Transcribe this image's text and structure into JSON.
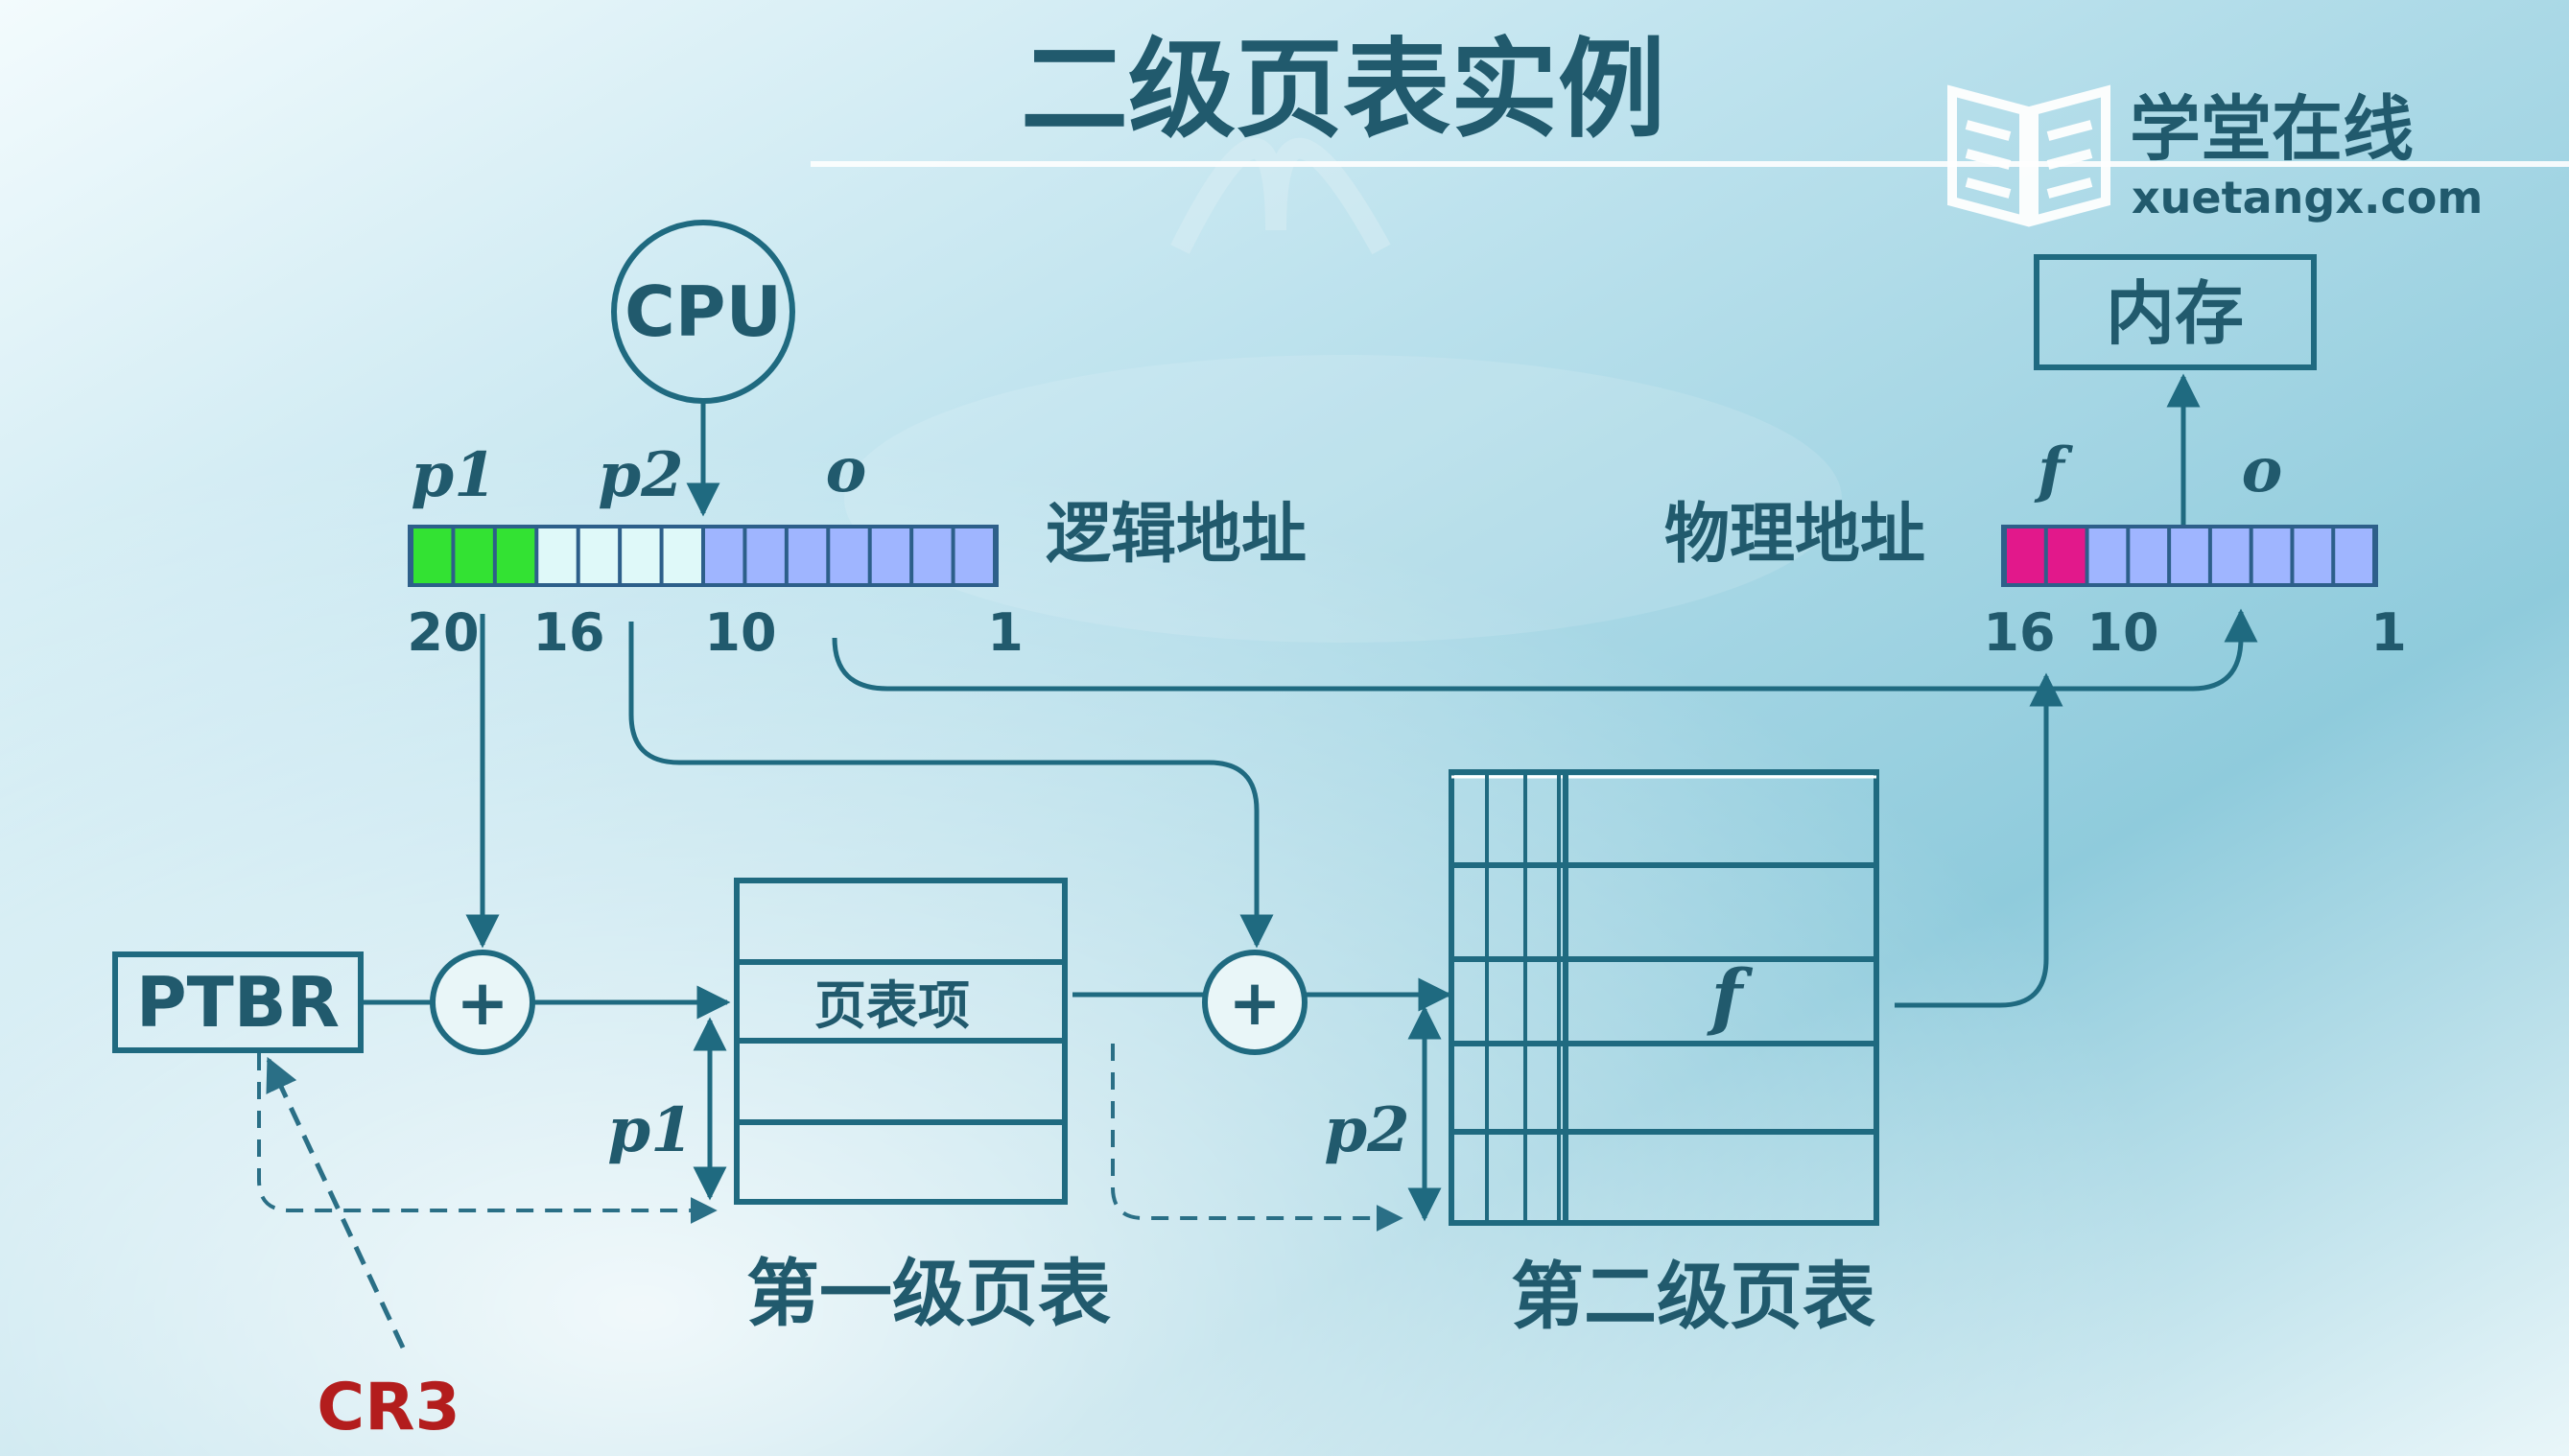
{
  "slide": {
    "title": "二级页表实例"
  },
  "logo": {
    "name": "学堂在线",
    "url": "xuetangx.com"
  },
  "cpu": {
    "label": "CPU"
  },
  "memory": {
    "label": "内存"
  },
  "logical_address": {
    "label": "逻辑地址",
    "field_labels": {
      "p1": "p1",
      "p2": "p2",
      "o": "o"
    },
    "bit_labels": [
      "20",
      "16",
      "10",
      "1"
    ]
  },
  "physical_address": {
    "label": "物理地址",
    "field_labels": {
      "f": "f",
      "o": "o"
    },
    "bit_labels": [
      "16",
      "10",
      "1"
    ]
  },
  "ptbr": {
    "label": "PTBR"
  },
  "cr3": {
    "label": "CR3"
  },
  "adders": [
    "+",
    "+"
  ],
  "first_level_table": {
    "caption": "第一级页表",
    "entry_label": "页表项",
    "offset_label": "p1"
  },
  "second_level_table": {
    "caption": "第二级页表",
    "entry_label": "f",
    "offset_label": "p2"
  },
  "colors": {
    "line": "#1f6a80",
    "text": "#215a6d",
    "p1_bits": "#33e233",
    "p2_bits": "#dff9f9",
    "offset_bits": "#9fb5ff",
    "frame_bits": "#e2188b",
    "cr3": "#b31d1d"
  }
}
